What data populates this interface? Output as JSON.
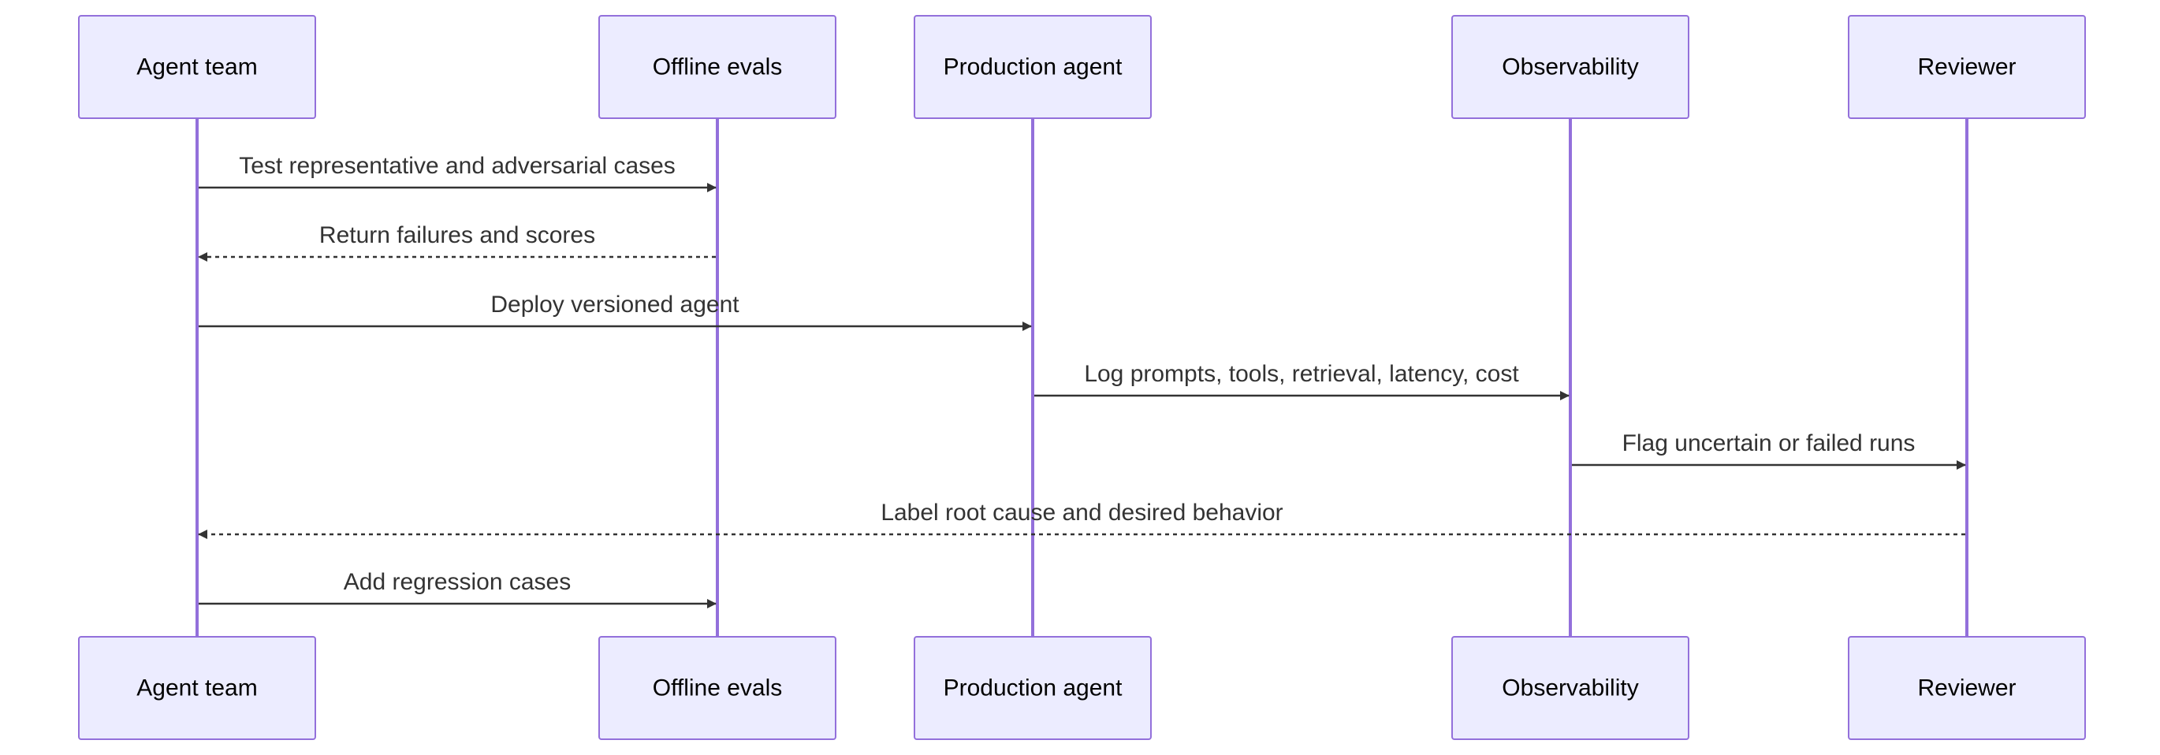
{
  "participants": [
    {
      "id": "agent_team",
      "label": "Agent team"
    },
    {
      "id": "offline_evals",
      "label": "Offline evals"
    },
    {
      "id": "production_agent",
      "label": "Production agent"
    },
    {
      "id": "observability",
      "label": "Observability"
    },
    {
      "id": "reviewer",
      "label": "Reviewer"
    }
  ],
  "messages": [
    {
      "from": "agent_team",
      "to": "offline_evals",
      "text": "Test representative and adversarial cases",
      "style": "solid"
    },
    {
      "from": "offline_evals",
      "to": "agent_team",
      "text": "Return failures and scores",
      "style": "dashed"
    },
    {
      "from": "agent_team",
      "to": "production_agent",
      "text": "Deploy versioned agent",
      "style": "solid"
    },
    {
      "from": "production_agent",
      "to": "observability",
      "text": "Log prompts, tools, retrieval, latency, cost",
      "style": "solid"
    },
    {
      "from": "observability",
      "to": "reviewer",
      "text": "Flag uncertain or failed runs",
      "style": "solid"
    },
    {
      "from": "reviewer",
      "to": "agent_team",
      "text": "Label root cause and desired behavior",
      "style": "dashed"
    },
    {
      "from": "agent_team",
      "to": "offline_evals",
      "text": "Add regression cases",
      "style": "solid"
    }
  ],
  "colors": {
    "actor_fill": "#ececff",
    "actor_border": "#9370db",
    "lifeline": "#9370db",
    "message": "#333333"
  }
}
